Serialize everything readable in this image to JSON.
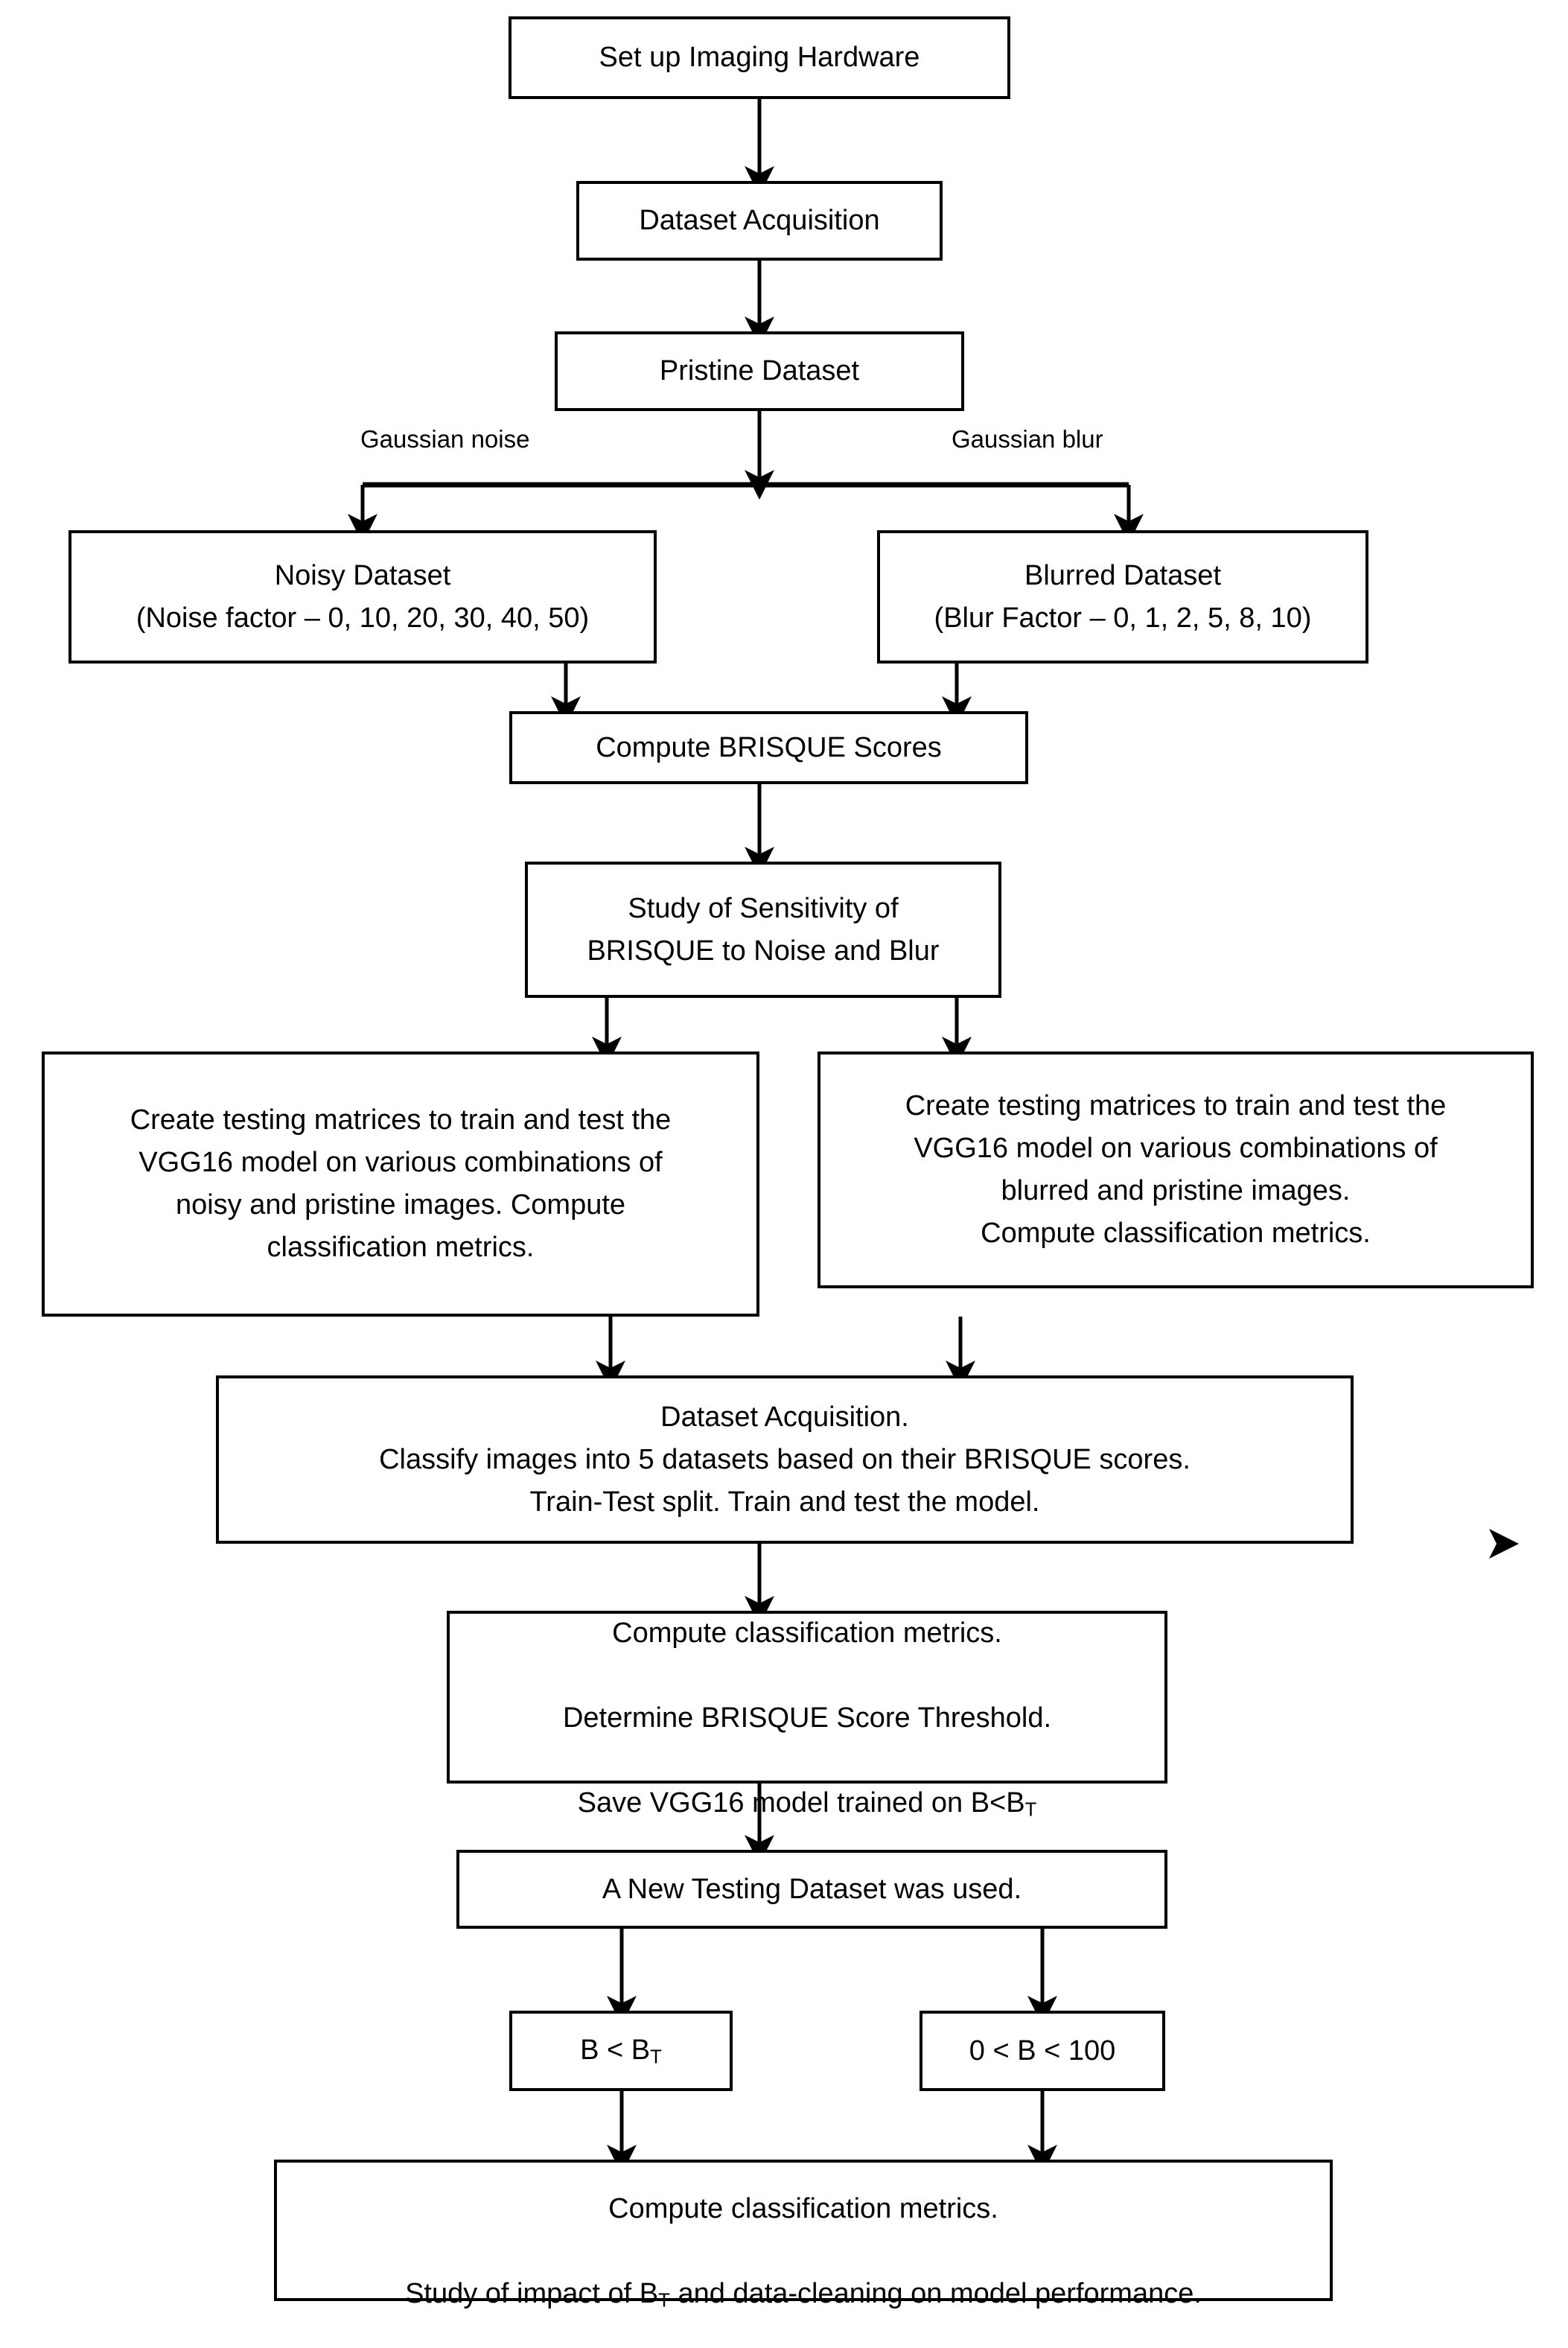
{
  "diagram": {
    "title": "Experimental workflow flowchart",
    "stroke_color": "#000000",
    "fill_color": "#ffffff",
    "nodes": {
      "setup_hardware": "Set up Imaging Hardware",
      "dataset_acquisition_top": "Dataset Acquisition",
      "pristine_dataset": "Pristine Dataset",
      "noisy_dataset": "Noisy Dataset\n(Noise factor – 0, 10, 20, 30, 40, 50)",
      "blurred_dataset": "Blurred Dataset\n(Blur Factor – 0, 1, 2, 5, 8, 10)",
      "compute_brisque": "Compute BRISQUE Scores",
      "sensitivity_study": "Study of Sensitivity of\nBRISQUE to Noise and Blur",
      "matrices_noisy": "Create testing matrices to train and test the\nVGG16 model on various combinations of\nnoisy and pristine images. Compute\nclassification metrics.",
      "matrices_blurred": "Create testing matrices to train and test the\nVGG16 model on various combinations of\nblurred and pristine images.\nCompute classification metrics.",
      "acquisition_classify": "Dataset Acquisition.\nClassify images into 5 datasets based on their BRISQUE scores.\nTrain-Test split. Train and test the model.",
      "metrics_threshold_line1": "Compute classification metrics.",
      "metrics_threshold_line2": "Determine BRISQUE Score Threshold.",
      "metrics_threshold_line3_pre": "Save VGG16 model trained on B<B",
      "metrics_threshold_line3_sub": "T",
      "new_testing_dataset": "A New Testing Dataset was used.",
      "branch_b_lt_bt_pre": "B < B",
      "branch_b_lt_bt_sub": "T",
      "branch_b_range": "0 < B < 100",
      "final_line1": "Compute classification metrics.",
      "final_line2_pre": "Study of impact of B",
      "final_line2_sub": "T",
      "final_line2_post": " and data-cleaning on model performance."
    },
    "edge_labels": {
      "gaussian_noise": "Gaussian noise",
      "gaussian_blur": "Gaussian blur"
    }
  }
}
